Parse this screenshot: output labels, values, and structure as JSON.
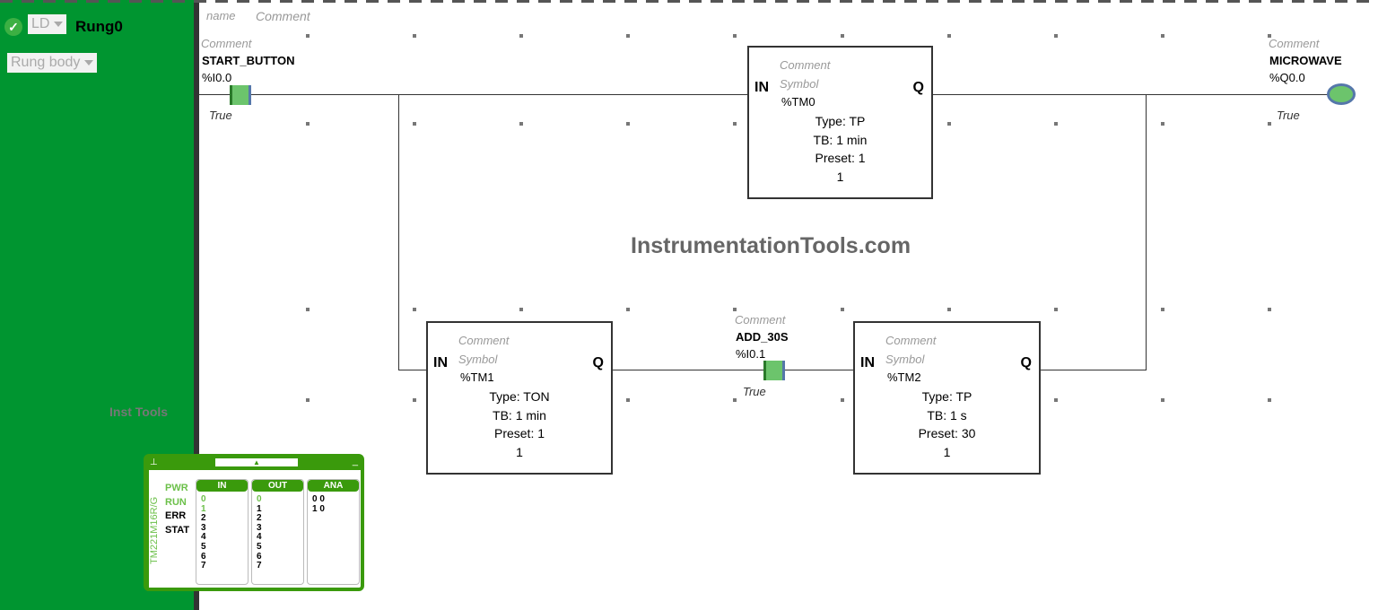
{
  "rung": {
    "language": "LD",
    "name": "Rung0",
    "section": "Rung body",
    "header_name": "name",
    "header_comment": "Comment",
    "status": "valid"
  },
  "side_label": "Inst Tools",
  "watermark": "InstrumentationTools.com",
  "contacts": [
    {
      "comment": "Comment",
      "label": "START_BUTTON",
      "address": "%I0.0",
      "state": "True"
    },
    {
      "comment": "Comment",
      "label": "ADD_30S",
      "address": "%I0.1",
      "state": "True"
    }
  ],
  "coil": {
    "comment": "Comment",
    "label": "MICROWAVE",
    "address": "%Q0.0",
    "state": "True"
  },
  "blocks": [
    {
      "in": "IN",
      "q": "Q",
      "comment": "Comment",
      "symbol": "Symbol",
      "name": "%TM0",
      "type": "Type:  TP",
      "tb": "TB:  1 min",
      "preset": "Preset:  1",
      "value": "1"
    },
    {
      "in": "IN",
      "q": "Q",
      "comment": "Comment",
      "symbol": "Symbol",
      "name": "%TM1",
      "type": "Type:  TON",
      "tb": "TB:  1 min",
      "preset": "Preset:  1",
      "value": "1"
    },
    {
      "in": "IN",
      "q": "Q",
      "comment": "Comment",
      "symbol": "Symbol",
      "name": "%TM2",
      "type": "Type:  TP",
      "tb": "TB:  1 s",
      "preset": "Preset:  30",
      "value": "1"
    }
  ],
  "plc": {
    "model": "TM221M16R/G",
    "status": [
      "PWR",
      "RUN",
      "ERR",
      "STAT"
    ],
    "in_header": "IN",
    "out_header": "OUT",
    "ana_header": "ANA",
    "in": [
      "0",
      "1",
      "2",
      "3",
      "4",
      "5",
      "6",
      "7"
    ],
    "out": [
      "0",
      "1",
      "2",
      "3",
      "4",
      "5",
      "6",
      "7"
    ],
    "ana": [
      "0 0",
      "1 0"
    ]
  }
}
